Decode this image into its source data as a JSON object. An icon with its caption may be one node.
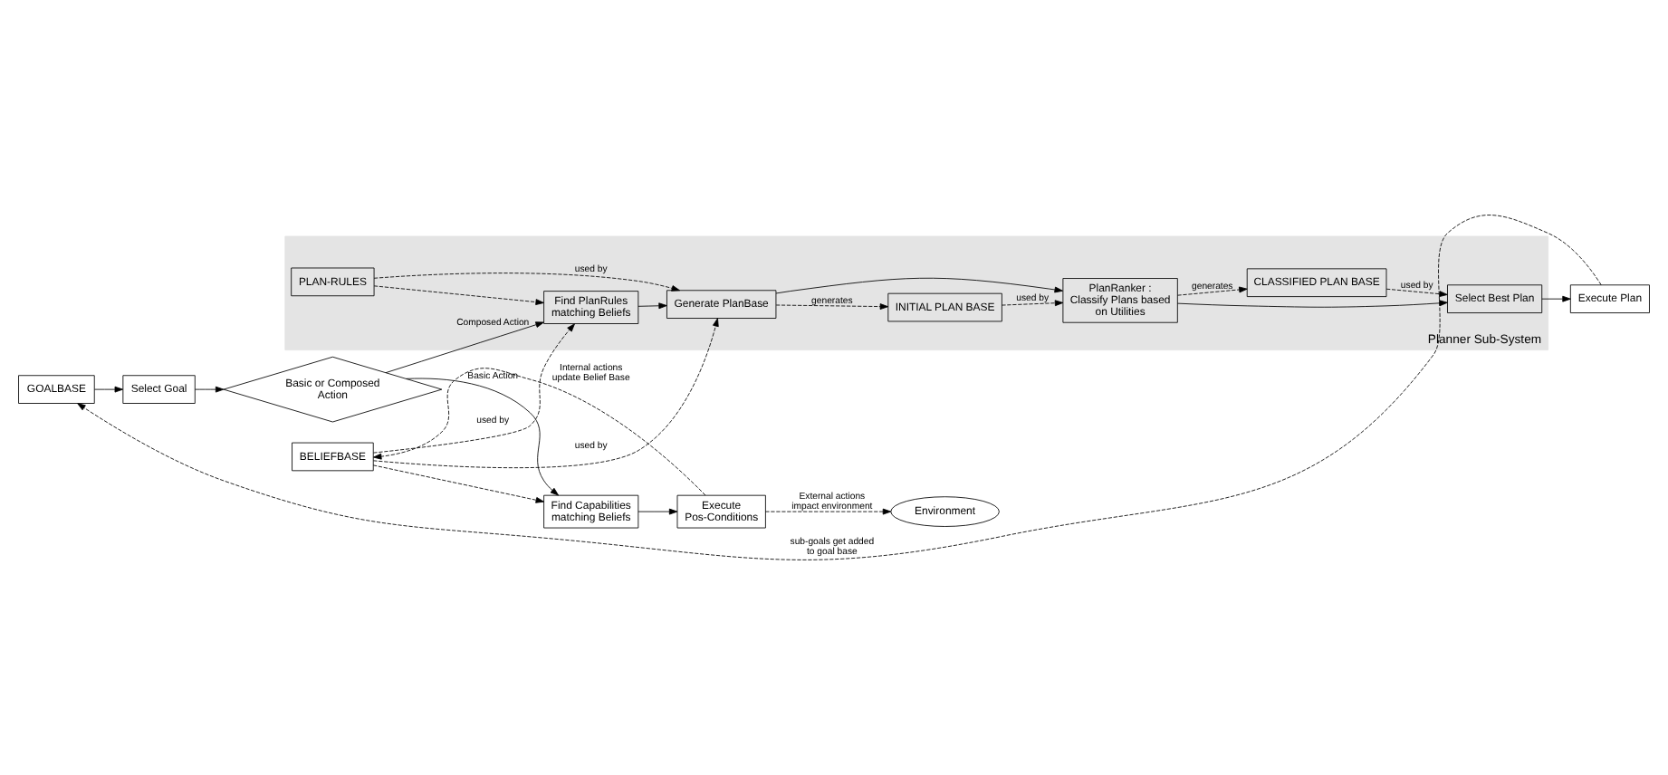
{
  "diagram": {
    "nodes": [
      {
        "text": [
          "GOALBASE"
        ]
      },
      {
        "text": [
          "BELIEFBASE"
        ]
      },
      {
        "text": [
          "Select Goal"
        ]
      },
      {
        "text": [
          "Basic or Composed Action"
        ]
      },
      {
        "text": [
          "Find Capabilities matching Beliefs"
        ]
      },
      {
        "text": [
          "Execute Pos-Conditions"
        ]
      },
      {
        "text": [
          "Environment"
        ]
      },
      {
        "text": [
          "Execute Plan"
        ]
      },
      {
        "text": [
          "Planner Sub-System"
        ]
      },
      {
        "text": [
          "Find PlanRules matching Beliefs"
        ],
        "in": 8
      },
      {
        "text": [
          "Generate PlanBase"
        ],
        "in": 8
      },
      {
        "text": [
          "INITIAL PLAN BASE"
        ],
        "in": 8
      },
      {
        "text": [
          "PLAN-RULES"
        ],
        "in": 8
      },
      {
        "text": [
          "Select Best Plan"
        ],
        "in": 8
      },
      {
        "text": [
          "PlanRanker : Classify Plans based on Utilities"
        ],
        "in": 8
      },
      {
        "text": [
          "CLASSIFIED PLAN BASE"
        ],
        "in": 8
      }
    ],
    "edges": [
      {
        "from": 0,
        "to": 2,
        "arrow": "to"
      },
      {
        "from": 2,
        "to": 3,
        "arrow": "to"
      },
      {
        "from": 3,
        "to": 4,
        "arrow": "to",
        "label": "Basic Action"
      },
      {
        "from": 3,
        "to": 9,
        "arrow": "to",
        "label": "Composed Action"
      },
      {
        "from": 1,
        "to": 4,
        "arrow": "to",
        "style": "dashed"
      },
      {
        "from": 1,
        "to": 9,
        "arrow": "to",
        "style": "dashed",
        "label": "used by"
      },
      {
        "from": 1,
        "to": 10,
        "arrow": "to",
        "style": "dashed",
        "label": "used by"
      },
      {
        "from": 4,
        "to": 5,
        "arrow": "to"
      },
      {
        "from": 5,
        "to": 1,
        "arrow": "to",
        "style": "dashed",
        "label": "Internal actions update Belief Base"
      },
      {
        "from": 5,
        "to": 6,
        "arrow": "to",
        "style": "dashed",
        "label": "External actions impact environment"
      },
      {
        "from": 7,
        "to": 0,
        "arrow": "to",
        "style": "dashed",
        "label": "sub-goals get added to goal base"
      },
      {
        "from": 9,
        "to": 10,
        "arrow": "to"
      },
      {
        "from": 12,
        "to": 9,
        "arrow": "to",
        "style": "dashed"
      },
      {
        "from": 12,
        "to": 10,
        "arrow": "to",
        "style": "dashed",
        "label": "used by"
      },
      {
        "from": 10,
        "to": 11,
        "arrow": "to",
        "style": "dashed",
        "label": "generates"
      },
      {
        "from": 10,
        "to": 14,
        "arrow": "to"
      },
      {
        "from": 11,
        "to": 14,
        "arrow": "to",
        "style": "dashed",
        "label": "used by"
      },
      {
        "from": 14,
        "to": 13,
        "arrow": "to"
      },
      {
        "from": 14,
        "to": 15,
        "arrow": "to",
        "style": "dashed",
        "label": "generates"
      },
      {
        "from": 15,
        "to": 13,
        "arrow": "to",
        "style": "dashed",
        "label": "used by"
      },
      {
        "from": 13,
        "to": 7,
        "arrow": "to"
      }
    ]
  }
}
